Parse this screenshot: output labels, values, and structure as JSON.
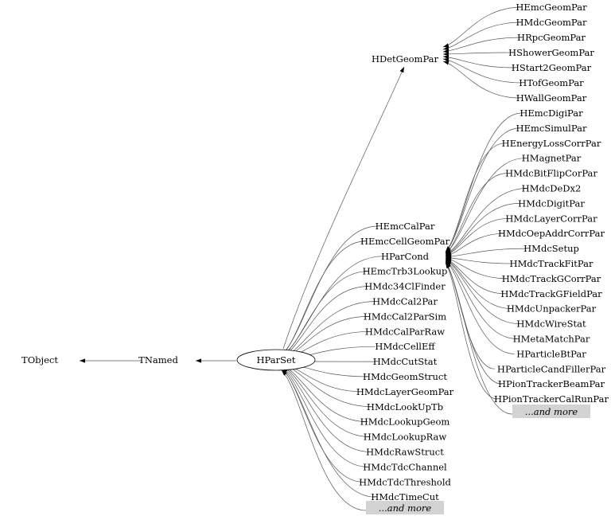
{
  "root": {
    "tobject": "TObject",
    "tnamed": "TNamed",
    "hparset": "HParSet"
  },
  "hdetgeompar": {
    "label": "HDetGeomPar",
    "children": [
      "HEmcGeomPar",
      "HMdcGeomPar",
      "HRpcGeomPar",
      "HShowerGeomPar",
      "HStart2GeomPar",
      "HTofGeomPar",
      "HWallGeomPar"
    ]
  },
  "hparcond": {
    "children": [
      "HEmcDigiPar",
      "HEmcSimulPar",
      "HEnergyLossCorrPar",
      "HMagnetPar",
      "HMdcBitFlipCorPar",
      "HMdcDeDx2",
      "HMdcDigitPar",
      "HMdcLayerCorrPar",
      "HMdcOepAddrCorrPar",
      "HMdcSetup",
      "HMdcTrackFitPar",
      "HMdcTrackGCorrPar",
      "HMdcTrackGFieldPar",
      "HMdcUnpackerPar",
      "HMdcWireStat",
      "HMetaMatchPar",
      "HParticleBtPar",
      "HParticleCandFillerPar",
      "HPionTrackerBeamPar",
      "HPionTrackerCalRunPar"
    ],
    "more": "...and more"
  },
  "hparset_children": {
    "items": [
      "HEmcCalPar",
      "HEmcCellGeomPar",
      "HParCond",
      "HEmcTrb3Lookup",
      "HMdc34ClFinder",
      "HMdcCal2Par",
      "HMdcCal2ParSim",
      "HMdcCalParRaw",
      "HMdcCellEff",
      "HMdcCutStat",
      "HMdcGeomStruct",
      "HMdcLayerGeomPar",
      "HMdcLookUpTb",
      "HMdcLookupGeom",
      "HMdcLookupRaw",
      "HMdcRawStruct",
      "HMdcTdcChannel",
      "HMdcTdcThreshold",
      "HMdcTimeCut"
    ],
    "more": "...and more"
  }
}
